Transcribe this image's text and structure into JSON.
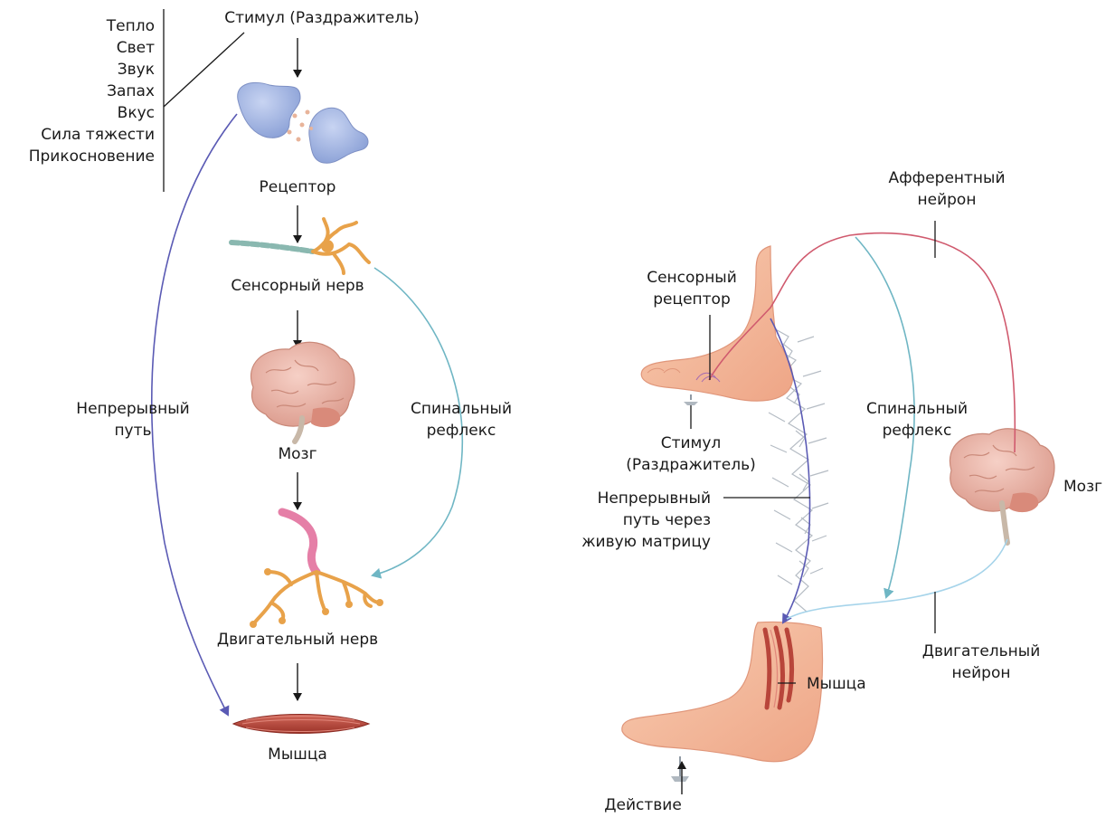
{
  "left_diagram": {
    "stimulus_types": [
      "Тепло",
      "Свет",
      "Звук",
      "Запах",
      "Вкус",
      "Сила тяжести",
      "Прикосновение"
    ],
    "stimulus": "Стимул (Раздражитель)",
    "receptor": "Рецептор",
    "sensory_nerve": "Сенсорный нерв",
    "brain": "Мозг",
    "motor_nerve": "Двигательный нерв",
    "muscle": "Мышца",
    "continuous_path": "Непрерывный\nпуть",
    "spinal_reflex": "Спинальный\nрефлекс"
  },
  "right_diagram": {
    "afferent_neuron": "Афферентный\nнейрон",
    "sensory_receptor": "Сенсорный\nрецептор",
    "stimulus": "Стимул\n(Раздражитель)",
    "continuous_path_matrix": "Непрерывный\nпуть через\nживую матрицу",
    "spinal_reflex": "Спинальный\nрефлекс",
    "brain": "Мозг",
    "motor_neuron": "Двигательный\nнейрон",
    "muscle": "Мышца",
    "action": "Действие"
  },
  "colors": {
    "receptor_blue": "#9fb3e0",
    "nerve_orange": "#e8a24a",
    "nerve_teal": "#8ab8b0",
    "motor_pink": "#e57fa7",
    "muscle_red": "#b8453a",
    "brain_pink": "#eab0a4",
    "skin": "#f4b89a",
    "path_purple": "#5a5ab4",
    "reflex_teal": "#6fb6c4",
    "afferent_red": "#d05a6e",
    "motor_light_blue": "#a6d4ea",
    "matrix_gray": "#b5bcc4"
  }
}
